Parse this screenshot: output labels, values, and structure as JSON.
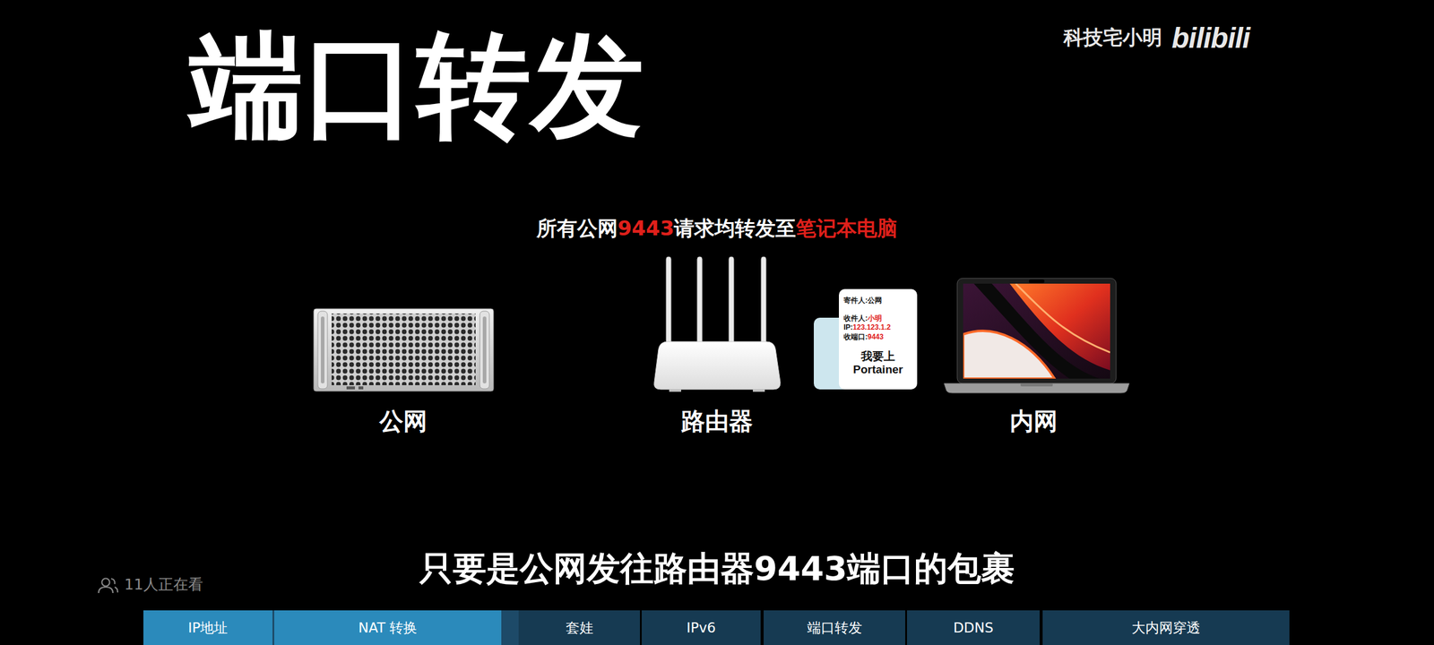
{
  "diagram": {
    "title": "端口转发",
    "caption": "只要是公网发往路由器9443端口的包裹",
    "nodes": [
      {
        "text": [
          "公网"
        ]
      },
      {
        "text": [
          "路由器"
        ]
      },
      {
        "text": [
          "寄件人:公网",
          "收件人:",
          "小明",
          "IP:",
          "123.123.1.2",
          "收端口:",
          "9443",
          "我要上 Portainer"
        ]
      },
      {
        "text": [
          "内网"
        ]
      },
      {
        "text": [
          "IP地址"
        ]
      },
      {
        "text": [
          "NAT 转换"
        ]
      },
      {
        "text": [
          "套娃"
        ]
      },
      {
        "text": [
          "IPv6"
        ]
      },
      {
        "text": [
          "端口转发"
        ]
      },
      {
        "text": [
          "DDNS"
        ]
      },
      {
        "text": [
          "大内网穿透"
        ]
      }
    ],
    "labels": [
      "科技宅小明",
      "bilibili",
      "所有公网",
      "9443",
      "请求均转发至",
      "笔记本电脑",
      "11人正在看"
    ]
  }
}
